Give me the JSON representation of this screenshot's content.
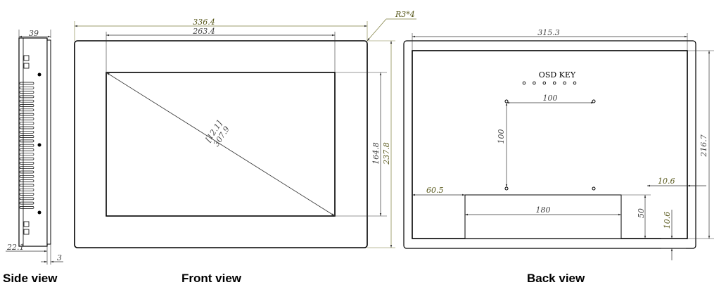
{
  "side_view": {
    "caption": "Side view",
    "dim_depth": "39",
    "dim_offset": "22.1",
    "dim_lip": "3"
  },
  "front_view": {
    "caption": "Front view",
    "dim_outer_width": "336.4",
    "dim_screen_width": "263.4",
    "dim_corner": "R3*4",
    "dim_diag_inch": "12.1",
    "dim_diag_mm": "307.9",
    "dim_screen_height": "164.8",
    "dim_outer_height": "237.8"
  },
  "back_view": {
    "caption": "Back view",
    "dim_width": "315.3",
    "dim_height": "216.7",
    "osd_label": "OSD KEY",
    "dim_mount_h": "100",
    "dim_mount_v": "100",
    "dim_left_offset": "60.5",
    "dim_panel_width": "180",
    "dim_panel_height": "50",
    "dim_right_margin": "10.6",
    "dim_bottom_margin": "10.6"
  }
}
